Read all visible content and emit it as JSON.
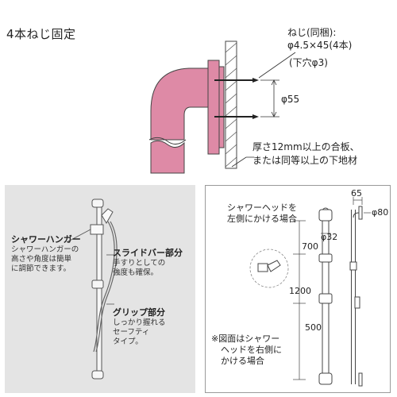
{
  "install": {
    "title": "4本ねじ固定",
    "screw_line1": "ねじ(同梱):",
    "screw_line2": "φ4.5×45(4本)",
    "pilot_hole": "(下穴φ3)",
    "pitch": "φ55",
    "substrate_line1": "厚さ12mm以上の合板、",
    "substrate_line2": "または同等以上の下地材"
  },
  "features": {
    "hanger_title": "シャワーハンガー",
    "hanger_desc": [
      "シャワーハンガーの",
      "高さや角度は簡単",
      "に調節できます。"
    ],
    "slide_title": "スライドバー部分",
    "slide_desc": [
      "手すりとしての",
      "強度も確保。"
    ],
    "grip_title": "グリップ部分",
    "grip_desc": [
      "しっかり握れる",
      "セーフティ",
      "タイプ。"
    ]
  },
  "dimensions": {
    "left_hang_note": [
      "シャワーヘッドを",
      "左側にかける場合"
    ],
    "d65": "65",
    "d80": "φ80",
    "d32": "φ32",
    "d700": "700",
    "d1200": "1200",
    "d500": "500",
    "figure_note": [
      "※図面はシャワー",
      "ヘッドを右側に",
      "かける場合"
    ]
  },
  "colors": {
    "pipe_pink": "#de8aa6",
    "panel_gray": "#e4e4e4",
    "line": "#333333"
  }
}
